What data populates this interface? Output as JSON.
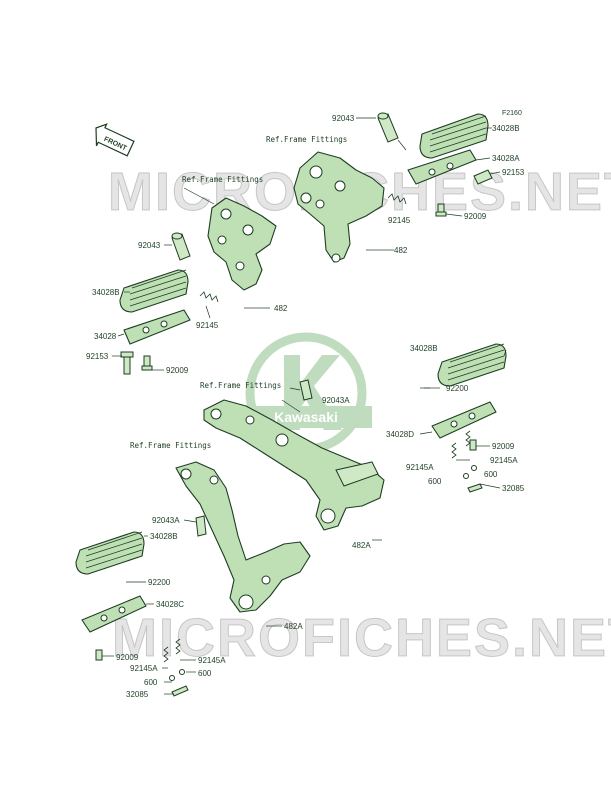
{
  "figure_code": "F2160",
  "front_badge": "FRONT",
  "watermark": "MICROFICHES.NET",
  "logo_text": "Kawasaki",
  "ref_labels": {
    "frame_fittings_top": "Ref.Frame Fittings",
    "frame_fittings_left": "Ref.Frame Fittings",
    "frame_fittings_mid": "Ref.Frame Fittings",
    "frame_fittings_low": "Ref.Frame Fittings"
  },
  "labels": {
    "p92043_top": "92043",
    "p34028B_tr": "34028B",
    "p34028A": "34028A",
    "p92153_r": "92153",
    "p92145_r": "92145",
    "p92009_r": "92009",
    "p482_r": "482",
    "p92043_l": "92043",
    "p34028B_l": "34028B",
    "p482_l": "482",
    "p92145_l": "92145",
    "p34028": "34028",
    "p92153_l": "92153",
    "p92009_l": "92009",
    "p34028B_mr": "34028B",
    "p92200_r": "92200",
    "p92043A_m": "92043A",
    "p34028D": "34028D",
    "p92009_mr": "92009",
    "p92145A_r1": "92145A",
    "p92145A_r2": "92145A",
    "p600_r1": "600",
    "p600_r2": "600",
    "p32085_r": "32085",
    "p482A_m": "482A",
    "p92043A_l": "92043A",
    "p34028B_bl": "34028B",
    "p92200_l": "92200",
    "p34028C": "34028C",
    "p482A_b": "482A",
    "p92009_bl": "92009",
    "p92145A_b1": "92145A",
    "p92145A_b2": "92145A",
    "p600_b1": "600",
    "p600_b2": "600",
    "p32085_b": "32085"
  },
  "colors": {
    "part_fill": "#bfe0b5",
    "outline": "#1d3d22",
    "text": "#1e3f24",
    "logo": "#8cc08a"
  }
}
